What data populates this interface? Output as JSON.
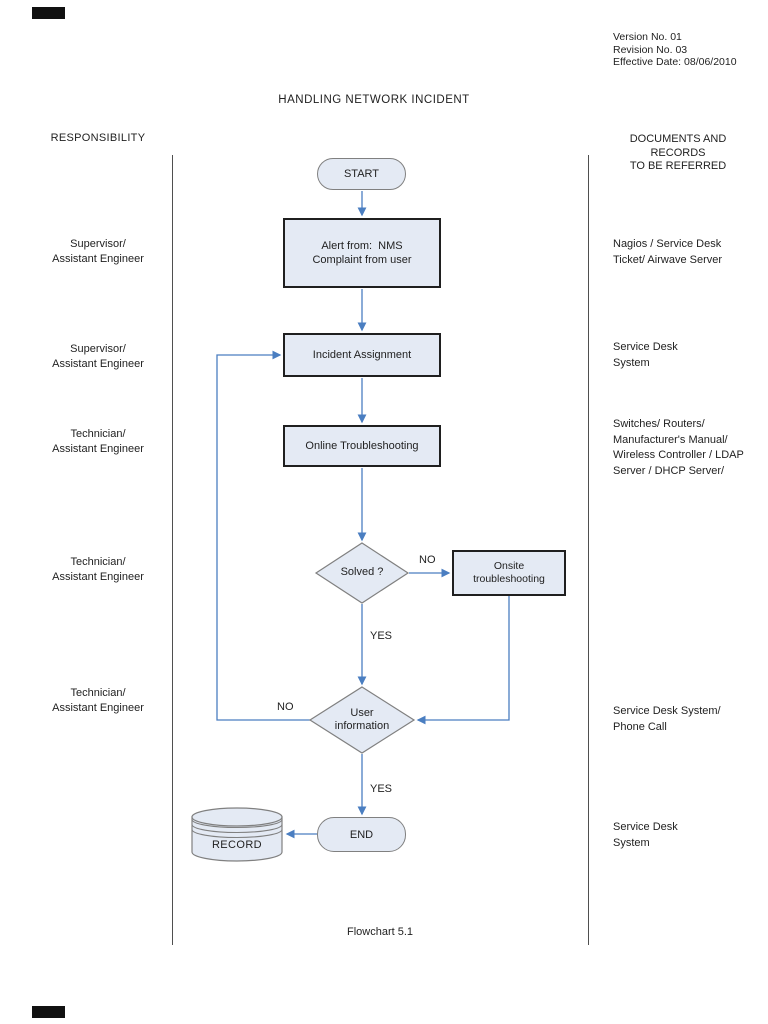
{
  "colors": {
    "arrow": "#4a7ec1",
    "shape_fill": "#e4eaf4",
    "shape_border": "#808080",
    "box_border": "#1f1f1f",
    "divider": "#4f4f4f",
    "text": "#1f1f1f"
  },
  "header": {
    "version_lines": "Version No. 01\nRevision No. 03\nEffective Date: 08/06/2010",
    "title": "HANDLING NETWORK INCIDENT",
    "left_column_header": "RESPONSIBILITY",
    "right_column_header": "DOCUMENTS AND\nRECORDS\nTO BE REFERRED"
  },
  "flow": {
    "start": "START",
    "alert": "Alert from:  NMS\nComplaint from user",
    "incident": "Incident Assignment",
    "online": "Online Troubleshooting",
    "solved": "Solved ?",
    "onsite": "Onsite\ntroubleshooting",
    "user_info": "User\ninformation",
    "end": "END",
    "record": "RECORD",
    "caption": "Flowchart 5.1",
    "labels": {
      "no_onsite": "NO",
      "yes_solved": "YES",
      "no_loop": "NO",
      "yes_end": "YES"
    }
  },
  "responsibilities": [
    {
      "text": "Supervisor/\nAssistant Engineer"
    },
    {
      "text": "Supervisor/\nAssistant Engineer"
    },
    {
      "text": "Technician/\nAssistant Engineer"
    },
    {
      "text": "Technician/\nAssistant Engineer"
    },
    {
      "text": "Technician/\nAssistant Engineer"
    }
  ],
  "documents": [
    {
      "text": "Nagios / Service Desk\nTicket/ Airwave Server"
    },
    {
      "text": "Service Desk\nSystem"
    },
    {
      "text": "Switches/ Routers/\nManufacturer's Manual/\nWireless Controller / LDAP\nServer / DHCP Server/"
    },
    {
      "text": "Service Desk System/\nPhone Call"
    },
    {
      "text": "Service Desk\nSystem"
    }
  ]
}
